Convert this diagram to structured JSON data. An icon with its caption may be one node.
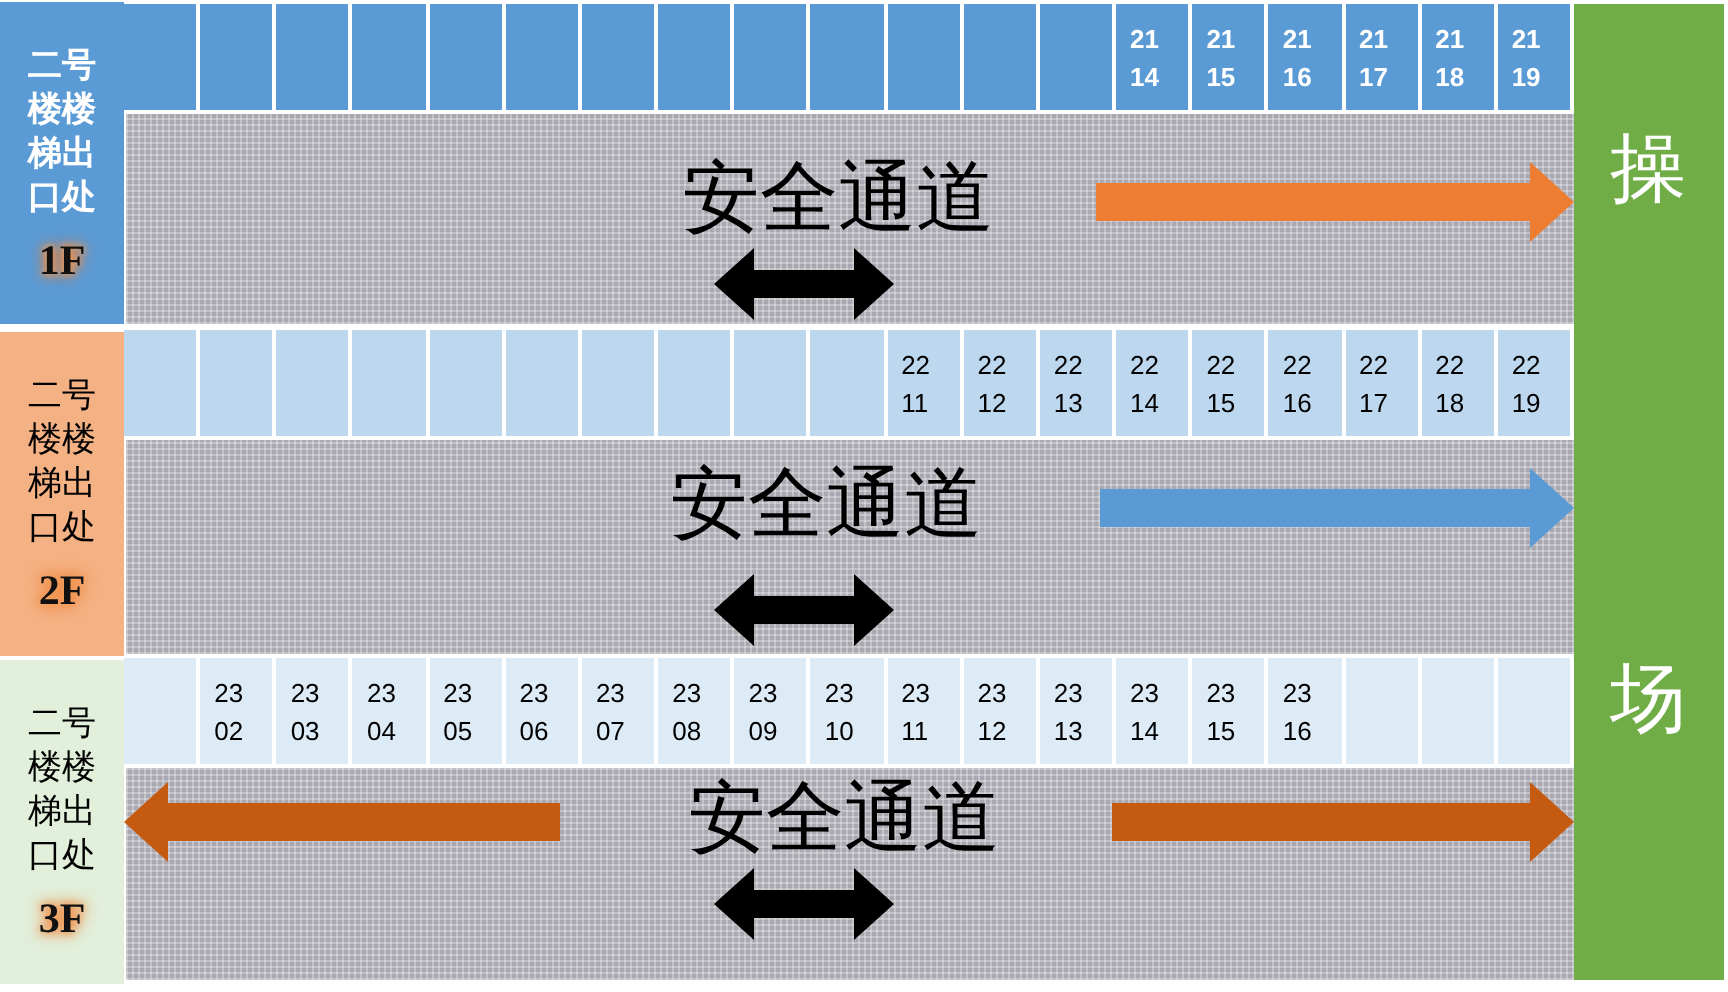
{
  "diagram": {
    "nodes": [
      {
        "text": [
          "二号楼楼梯出口处",
          "1F"
        ]
      },
      {
        "text": [],
        "shape": "box"
      },
      {
        "text": [],
        "shape": "box"
      },
      {
        "text": [],
        "shape": "box"
      },
      {
        "text": [],
        "shape": "box"
      },
      {
        "text": [],
        "shape": "box"
      },
      {
        "text": [],
        "shape": "box"
      },
      {
        "text": [],
        "shape": "box"
      },
      {
        "text": [],
        "shape": "box"
      },
      {
        "text": [],
        "shape": "box"
      },
      {
        "text": [],
        "shape": "box"
      },
      {
        "text": [],
        "shape": "box"
      },
      {
        "text": [],
        "shape": "box"
      },
      {
        "text": [],
        "shape": "box"
      },
      {
        "text": [
          "21 14"
        ]
      },
      {
        "text": [
          "21 15"
        ]
      },
      {
        "text": [
          "21 16"
        ]
      },
      {
        "text": [
          "21 17"
        ]
      },
      {
        "text": [
          "21 18"
        ]
      },
      {
        "text": [
          "21 19"
        ]
      },
      {
        "text": [
          "安全通道"
        ]
      },
      {
        "text": [
          "二号楼楼梯出口处",
          "2F"
        ]
      },
      {
        "text": [],
        "shape": "box"
      },
      {
        "text": [],
        "shape": "box"
      },
      {
        "text": [],
        "shape": "box"
      },
      {
        "text": [],
        "shape": "box"
      },
      {
        "text": [],
        "shape": "box"
      },
      {
        "text": [],
        "shape": "box"
      },
      {
        "text": [],
        "shape": "box"
      },
      {
        "text": [],
        "shape": "box"
      },
      {
        "text": [],
        "shape": "box"
      },
      {
        "text": [],
        "shape": "box"
      },
      {
        "text": [
          "22 11"
        ]
      },
      {
        "text": [
          "22 12"
        ]
      },
      {
        "text": [
          "22 13"
        ]
      },
      {
        "text": [
          "22 14"
        ]
      },
      {
        "text": [
          "22 15"
        ]
      },
      {
        "text": [
          "22 16"
        ]
      },
      {
        "text": [
          "22 17"
        ]
      },
      {
        "text": [
          "22 18"
        ]
      },
      {
        "text": [
          "22 19"
        ]
      },
      {
        "text": [
          "安全通道"
        ]
      },
      {
        "text": [
          "二号楼楼梯出口处",
          "3F"
        ]
      },
      {
        "text": [],
        "shape": "box"
      },
      {
        "text": [
          "23 02"
        ]
      },
      {
        "text": [
          "23 03"
        ]
      },
      {
        "text": [
          "23 04"
        ]
      },
      {
        "text": [
          "23 05"
        ]
      },
      {
        "text": [
          "23 06"
        ]
      },
      {
        "text": [
          "23 07"
        ]
      },
      {
        "text": [
          "23 08"
        ]
      },
      {
        "text": [
          "23 09"
        ]
      },
      {
        "text": [
          "23 10"
        ]
      },
      {
        "text": [
          "23 11"
        ]
      },
      {
        "text": [
          "23 12"
        ]
      },
      {
        "text": [
          "23 13"
        ]
      },
      {
        "text": [
          "23 14"
        ]
      },
      {
        "text": [
          "23 15"
        ]
      },
      {
        "text": [
          "23 16"
        ]
      },
      {
        "text": [],
        "shape": "box"
      },
      {
        "text": [],
        "shape": "box"
      },
      {
        "text": [],
        "shape": "box"
      },
      {
        "text": [
          "安全通道"
        ]
      },
      {
        "text": [
          "操场"
        ]
      }
    ],
    "edges": [
      {
        "from": 20,
        "to": 63,
        "arrow": "to",
        "color": "#ed7d31"
      },
      {
        "from": 41,
        "to": 63,
        "arrow": "to",
        "color": "#5b9bd5"
      },
      {
        "from": 62,
        "to": 42,
        "arrow": "to",
        "color": "#c55a11"
      },
      {
        "from": 62,
        "to": 63,
        "arrow": "to",
        "color": "#c55a11"
      }
    ]
  }
}
